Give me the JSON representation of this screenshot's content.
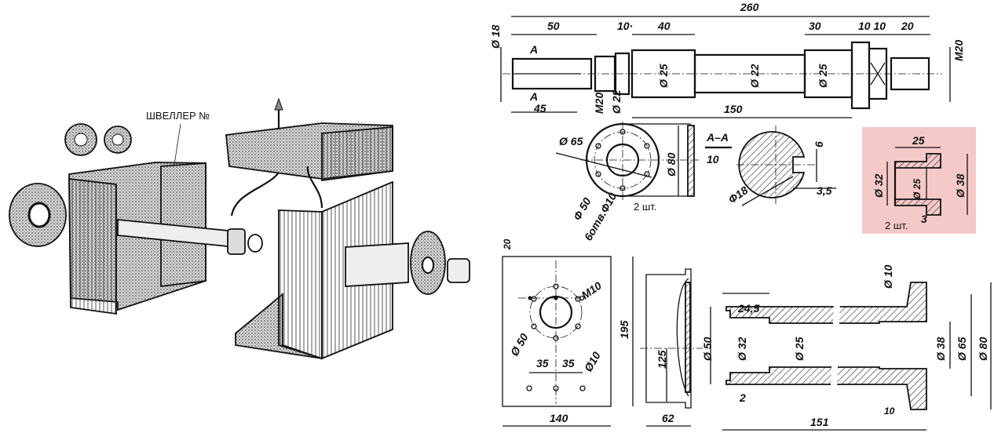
{
  "colors": {
    "highlight": "#f6c9c9",
    "ink": "#111111"
  },
  "assembly": {
    "channel_label": "ШВЕЛЛЕР №"
  },
  "shaft": {
    "overall": "260",
    "d18": "Ø 18",
    "l50": "50",
    "l10": "10·",
    "l40": "40",
    "l30": "30",
    "l10_10": "10 10",
    "l20": "20",
    "m20_right": "M20",
    "section_a_top": "A",
    "section_a_bottom": "A",
    "l45": "45",
    "m20_left": "M20",
    "d22_left": "Ø 22",
    "d25_left": "Ø 25",
    "d22_mid": "Ø 22",
    "d25_right": "Ø 25",
    "l150": "150"
  },
  "flange": {
    "d65": "Ø 65",
    "d80": "Ø 80",
    "d50": "Ф 50",
    "holes": "6отв.Ф10",
    "thickness": "10",
    "qty": "2 шт."
  },
  "section_aa": {
    "title": "A–A",
    "d18": "Ф18",
    "key_width": "6",
    "key_depth": "3,5"
  },
  "bushing": {
    "length": "25",
    "d32": "Ø 32",
    "d25": "Ø 25",
    "d38": "Ø 38",
    "flange": "3",
    "qty": "2 шт."
  },
  "plate": {
    "offset": "20",
    "m10": "M10",
    "d50": "Ø 50",
    "s35a": "35",
    "s35b": "35",
    "d10": "Ø10",
    "height": "195",
    "width": "140"
  },
  "side": {
    "h125": "125",
    "w62": "62"
  },
  "tube": {
    "d10": "Ø 10",
    "l24_5": "24,5",
    "d50": "Ø 50",
    "d32": "Ø 32",
    "d25": "Ø 25",
    "d38": "Ø 38",
    "d65": "Ø 65",
    "d80": "Ø 80",
    "l2": "2",
    "l10": "10",
    "l151": "151"
  }
}
